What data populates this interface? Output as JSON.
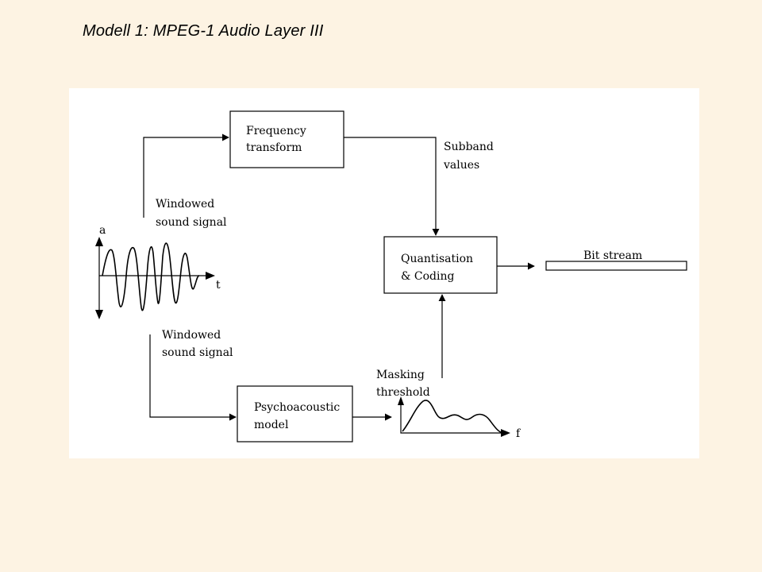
{
  "slide": {
    "title": "Modell 1: MPEG-1 Audio Layer III"
  },
  "diagram": {
    "blocks": {
      "frequency_transform": [
        "Frequency",
        "transform"
      ],
      "quantisation_coding": [
        "Quantisation",
        "& Coding"
      ],
      "psychoacoustic_model": [
        "Psychoacoustic",
        "model"
      ]
    },
    "labels": {
      "windowed_top": [
        "Windowed",
        "sound signal"
      ],
      "windowed_bottom": [
        "Windowed",
        "sound signal"
      ],
      "subband_values": [
        "Subband",
        "values"
      ],
      "masking_threshold": [
        "Masking",
        "threshold"
      ],
      "bit_stream": "Bit stream",
      "axis_a": "a",
      "axis_t": "t",
      "axis_f": "f"
    }
  }
}
